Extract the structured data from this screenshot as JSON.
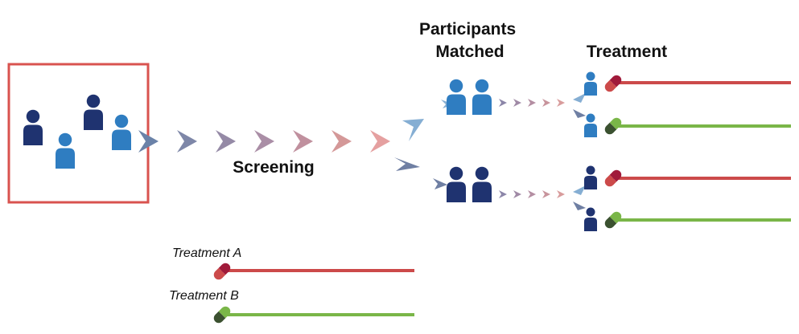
{
  "labels": {
    "screening": "Screening",
    "participants_line1": "Participants",
    "participants_line2": "Matched",
    "treatment": "Treatment",
    "legend_a": "Treatment A",
    "legend_b": "Treatment B"
  },
  "colors": {
    "frame": "#d9534f",
    "person_dark": "#1f3370",
    "person_light": "#2f7dc1",
    "treatment_a": "#cc4a4a",
    "treatment_a_cap": "#a01a3a",
    "treatment_b": "#7ab648",
    "treatment_b_cap": "#3b5130"
  },
  "icons": {
    "person": "person-icon",
    "pill": "pill-capsule-icon",
    "chevron": "chevron-right-icon"
  }
}
